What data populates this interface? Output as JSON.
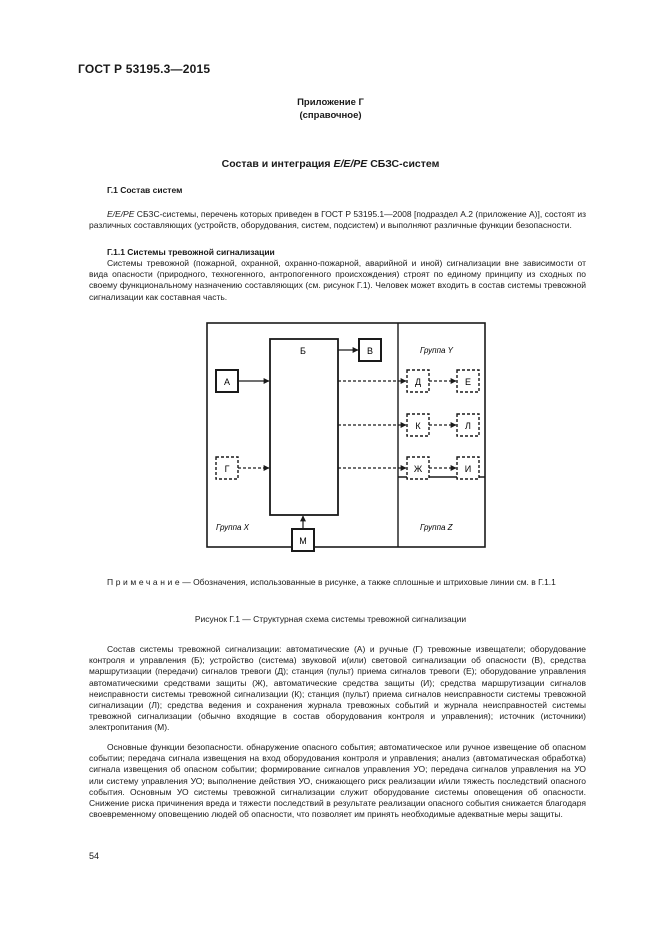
{
  "header": {
    "standard": "ГОСТ Р 53195.3—2015"
  },
  "appendix": {
    "title": "Приложение Г",
    "subtitle": "(справочное)"
  },
  "main_title": {
    "italic_part": "E/E/PE",
    "prefix": "Состав и интеграция ",
    "suffix": " СБЗС-систем"
  },
  "section": {
    "heading": "Г.1  Состав систем"
  },
  "intro": {
    "italic_lead": "E/E/PE",
    "text": " СБЗС-системы, перечень которых приведен в ГОСТ Р 53195.1—2008 [подраздел А.2 (приложение А)], состоят из различных составляющих (устройств, оборудования, систем, подсистем) и выполняют различные функции безопасности."
  },
  "subsection": {
    "heading": "Г.1.1  Системы тревожной сигнализации"
  },
  "paragraph1": "Системы тревожной (пожарной, охранной, охранно-пожарной, аварийной и иной) сигнализации вне зависимости от вида опасности (природного, техногенного, антропогенного происхождения) строят по единому принципу из сходных по своему функциональному назначению составляющих (см. рисунок Г.1). Человек может входить в состав системы тревожной сигнализации как составная часть.",
  "figure": {
    "blocks": {
      "A": "А",
      "B": "Б",
      "V": "В",
      "G": "Г",
      "D": "Д",
      "E": "Е",
      "K": "К",
      "L": "Л",
      "ZH": "Ж",
      "I": "И",
      "M": "М"
    },
    "group_x": "Группа X",
    "group_y": "Группа Y",
    "group_z": "Группа Z",
    "note_label": "Примечание",
    "note_text": "— Обозначения, использованные в рисунке, а также сплошные и штриховые линии см. в Г.1.1",
    "caption": "Рисунок  Г.1 — Структурная схема системы тревожной сигнализации"
  },
  "paragraph2": "Состав системы тревожной сигнализации: автоматические (А) и ручные (Г) тревожные извещатели; оборудование контроля и управления (Б); устройство (система) звуковой и(или) световой сигнализации об опасности (В), средства маршрутизации (передачи) сигналов тревоги (Д); станция (пульт) приема сигналов тревоги (Е); оборудование управления автоматическими средствами защиты (Ж), автоматические средства защиты (И); средства маршрутизации сигналов неисправности системы тревожной сигнализации (К); станция (пульт) приема сигналов неисправности системы тревожной сигнализации (Л); средства ведения и сохранения журнала тревожных событий и журнала неисправностей системы тревожной сигнализации (обычно входящие в состав оборудования контроля и управления); источник (источники) электропитания (М).",
  "paragraph3": "Основные функции безопасности. обнаружение опасного события; автоматическое или ручное извещение об опасном событии; передача сигнала извещения на вход оборудования контроля и управления; анализ (автоматическая обработка) сигнала извещения об опасном событии; формирование сигналов управления УО; передача сигналов управления на УО или систему управления УО; выполнение действия УО, снижающего риск реализации и/или тяжесть последствий опасного события. Основным УО системы тревожной сигнализации служит оборудование системы оповещения об опасности. Снижение риска причинения вреда и тяжести последствий в результате реализации опасного события снижается благодаря своевременному оповещению людей об опасности, что позволяет им принять необходимые адекватные меры защиты.",
  "page_number": "54"
}
